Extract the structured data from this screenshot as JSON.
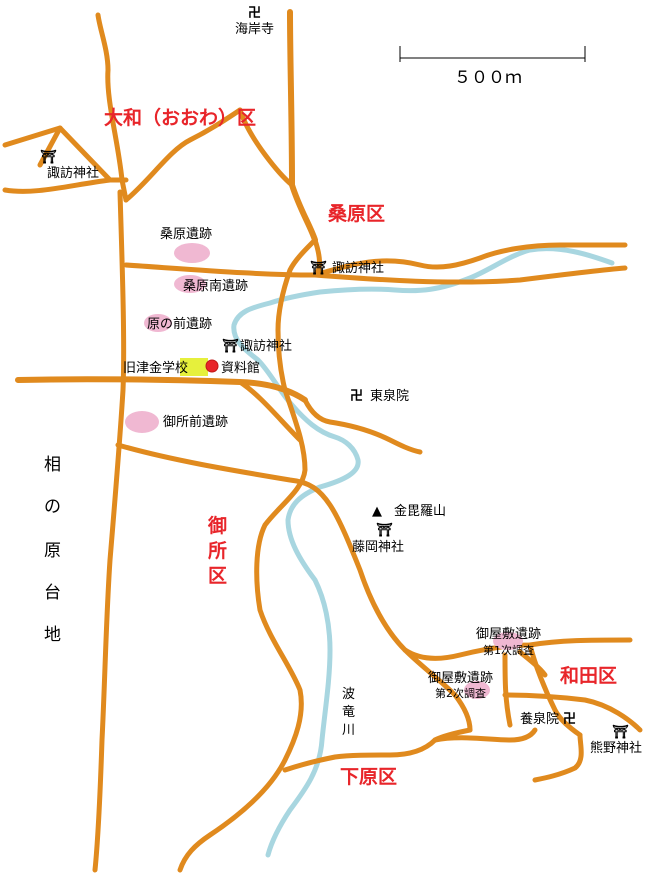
{
  "scale": {
    "label": "５００ｍ"
  },
  "districts": {
    "owa": "大和（おおわ）区",
    "kuwabara": "桑原区",
    "gosho": [
      "御",
      "所",
      "区"
    ],
    "wada": "和田区",
    "shimohara": "下原区"
  },
  "plateau": [
    "相",
    "の",
    "原",
    "台",
    "地"
  ],
  "river": [
    "波",
    "竜",
    "川"
  ],
  "sites": {
    "kuwabara_iseki": "桑原遺跡",
    "kuwabara_minami": "桑原南遺跡",
    "haranomae": "原の前遺跡",
    "goshomae": "御所前遺跡",
    "goyashiki1_a": "御屋敷遺跡",
    "goyashiki1_b": "第1次調査",
    "goyashiki2_a": "御屋敷遺跡",
    "goyashiki2_b": "第2次調査"
  },
  "shrines": {
    "suwa_owa": "諏訪神社",
    "suwa_kuwabara": "諏訪神社",
    "suwa_center": "諏訪神社",
    "fujioka": "藤岡神社",
    "kumano": "熊野神社"
  },
  "temples": {
    "kaiganji": "海岸寺",
    "tousenin": "東泉院",
    "yousenin": "養泉院"
  },
  "school": {
    "name": "旧津金学校",
    "museum": "資料館"
  },
  "mountain": {
    "name": "金毘羅山"
  },
  "symbols": {
    "torii": "⛩",
    "manji": "卍",
    "peak": "▲"
  },
  "colors": {
    "road": "#e08a1e",
    "river": "#a8d6e0",
    "site": "#f0b8d2",
    "district": "#e8252a",
    "museum_dot": "#e8252a",
    "school_bg": "#e6f03c"
  }
}
